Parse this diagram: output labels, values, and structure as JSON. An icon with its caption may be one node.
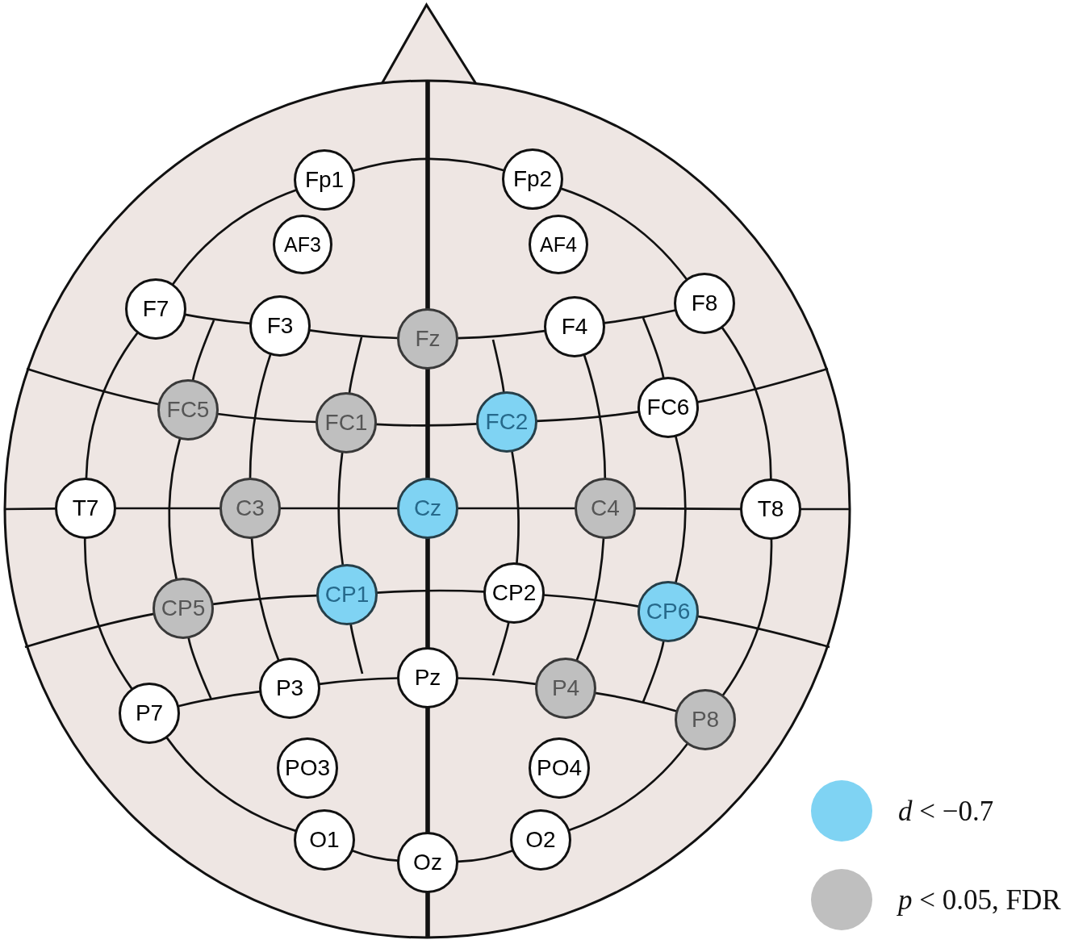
{
  "diagram": {
    "nodes": [
      {
        "text": [],
        "shape": "triangle"
      },
      {
        "text": [],
        "shape": "head"
      },
      {
        "text": [
          "Fp1"
        ],
        "in": 1
      },
      {
        "text": [
          "Fp2"
        ],
        "in": 1
      },
      {
        "text": [
          "AF3"
        ],
        "in": 1
      },
      {
        "text": [
          "AF4"
        ],
        "in": 1
      },
      {
        "text": [
          "F7"
        ],
        "in": 1
      },
      {
        "text": [
          "F3"
        ],
        "in": 1
      },
      {
        "text": [
          "Fz"
        ],
        "in": 1
      },
      {
        "text": [
          "F4"
        ],
        "in": 1
      },
      {
        "text": [
          "F8"
        ],
        "in": 1
      },
      {
        "text": [
          "FC5"
        ],
        "in": 1
      },
      {
        "text": [
          "FC1"
        ],
        "in": 1
      },
      {
        "text": [
          "FC2"
        ],
        "in": 1
      },
      {
        "text": [
          "FC6"
        ],
        "in": 1
      },
      {
        "text": [
          "T7"
        ],
        "in": 1
      },
      {
        "text": [
          "C3"
        ],
        "in": 1
      },
      {
        "text": [
          "Cz"
        ],
        "in": 1
      },
      {
        "text": [
          "C4"
        ],
        "in": 1
      },
      {
        "text": [
          "T8"
        ],
        "in": 1
      },
      {
        "text": [
          "CP5"
        ],
        "in": 1
      },
      {
        "text": [
          "CP1"
        ],
        "in": 1
      },
      {
        "text": [
          "CP2"
        ],
        "in": 1
      },
      {
        "text": [
          "CP6"
        ],
        "in": 1
      },
      {
        "text": [
          "P7"
        ],
        "in": 1
      },
      {
        "text": [
          "P3"
        ],
        "in": 1
      },
      {
        "text": [
          "Pz"
        ],
        "in": 1
      },
      {
        "text": [
          "P4"
        ],
        "in": 1
      },
      {
        "text": [
          "P8"
        ],
        "in": 1
      },
      {
        "text": [
          "PO3"
        ],
        "in": 1
      },
      {
        "text": [
          "PO4"
        ],
        "in": 1
      },
      {
        "text": [
          "O1"
        ],
        "in": 1
      },
      {
        "text": [
          "Oz"
        ],
        "in": 1
      },
      {
        "text": [
          "O2"
        ],
        "in": 1
      }
    ],
    "edges": [
      {
        "from": 2,
        "to": 3,
        "arrow": "none"
      },
      {
        "from": 2,
        "to": 6,
        "arrow": "none"
      },
      {
        "from": 3,
        "to": 10,
        "arrow": "none"
      },
      {
        "from": 1,
        "to": 8,
        "arrow": "none",
        "style": "thick"
      },
      {
        "from": 6,
        "to": 7,
        "arrow": "none"
      },
      {
        "from": 7,
        "to": 8,
        "arrow": "none"
      },
      {
        "from": 8,
        "to": 9,
        "arrow": "none"
      },
      {
        "from": 9,
        "to": 10,
        "arrow": "none"
      },
      {
        "from": 6,
        "to": 15,
        "arrow": "none"
      },
      {
        "from": 10,
        "to": 19,
        "arrow": "none"
      },
      {
        "from": 7,
        "to": 16,
        "arrow": "none"
      },
      {
        "from": 9,
        "to": 18,
        "arrow": "none"
      },
      {
        "from": 8,
        "to": 17,
        "arrow": "none",
        "style": "thick"
      },
      {
        "from": 1,
        "to": 11,
        "arrow": "none"
      },
      {
        "from": 11,
        "to": 12,
        "arrow": "none"
      },
      {
        "from": 12,
        "to": 13,
        "arrow": "none"
      },
      {
        "from": 13,
        "to": 14,
        "arrow": "none"
      },
      {
        "from": 14,
        "to": 1,
        "arrow": "none"
      },
      {
        "from": 11,
        "to": 20,
        "arrow": "none"
      },
      {
        "from": 12,
        "to": 21,
        "arrow": "none"
      },
      {
        "from": 13,
        "to": 22,
        "arrow": "none"
      },
      {
        "from": 14,
        "to": 23,
        "arrow": "none"
      },
      {
        "from": 1,
        "to": 15,
        "arrow": "none"
      },
      {
        "from": 15,
        "to": 16,
        "arrow": "none"
      },
      {
        "from": 16,
        "to": 17,
        "arrow": "none"
      },
      {
        "from": 17,
        "to": 18,
        "arrow": "none"
      },
      {
        "from": 18,
        "to": 19,
        "arrow": "none"
      },
      {
        "from": 19,
        "to": 1,
        "arrow": "none"
      },
      {
        "from": 15,
        "to": 24,
        "arrow": "none"
      },
      {
        "from": 19,
        "to": 28,
        "arrow": "none"
      },
      {
        "from": 16,
        "to": 25,
        "arrow": "none"
      },
      {
        "from": 18,
        "to": 27,
        "arrow": "none"
      },
      {
        "from": 17,
        "to": 26,
        "arrow": "none",
        "style": "thick"
      },
      {
        "from": 1,
        "to": 20,
        "arrow": "none"
      },
      {
        "from": 20,
        "to": 21,
        "arrow": "none"
      },
      {
        "from": 21,
        "to": 22,
        "arrow": "none"
      },
      {
        "from": 22,
        "to": 23,
        "arrow": "none"
      },
      {
        "from": 23,
        "to": 1,
        "arrow": "none"
      },
      {
        "from": 24,
        "to": 25,
        "arrow": "none"
      },
      {
        "from": 25,
        "to": 26,
        "arrow": "none"
      },
      {
        "from": 26,
        "to": 27,
        "arrow": "none"
      },
      {
        "from": 27,
        "to": 28,
        "arrow": "none"
      },
      {
        "from": 24,
        "to": 31,
        "arrow": "none"
      },
      {
        "from": 28,
        "to": 33,
        "arrow": "none"
      },
      {
        "from": 26,
        "to": 32,
        "arrow": "none",
        "style": "thick"
      },
      {
        "from": 31,
        "to": 32,
        "arrow": "none"
      },
      {
        "from": 32,
        "to": 33,
        "arrow": "none"
      },
      {
        "from": 32,
        "to": 1,
        "arrow": "none",
        "style": "thick"
      },
      {
        "from": null,
        "to": 11,
        "arrow": "none"
      },
      {
        "from": 20,
        "to": null,
        "arrow": "none"
      },
      {
        "from": null,
        "to": 12,
        "arrow": "none"
      },
      {
        "from": 21,
        "to": null,
        "arrow": "none"
      },
      {
        "from": null,
        "to": 13,
        "arrow": "none"
      },
      {
        "from": 22,
        "to": null,
        "arrow": "none"
      },
      {
        "from": null,
        "to": 14,
        "arrow": "none"
      },
      {
        "from": 23,
        "to": null,
        "arrow": "none"
      }
    ],
    "legend": [
      {
        "text": "*d* < −0.7",
        "color": "#7fd3f3"
      },
      {
        "text": "*p* < 0.05, FDR",
        "color": "#bfbfbf"
      }
    ]
  }
}
